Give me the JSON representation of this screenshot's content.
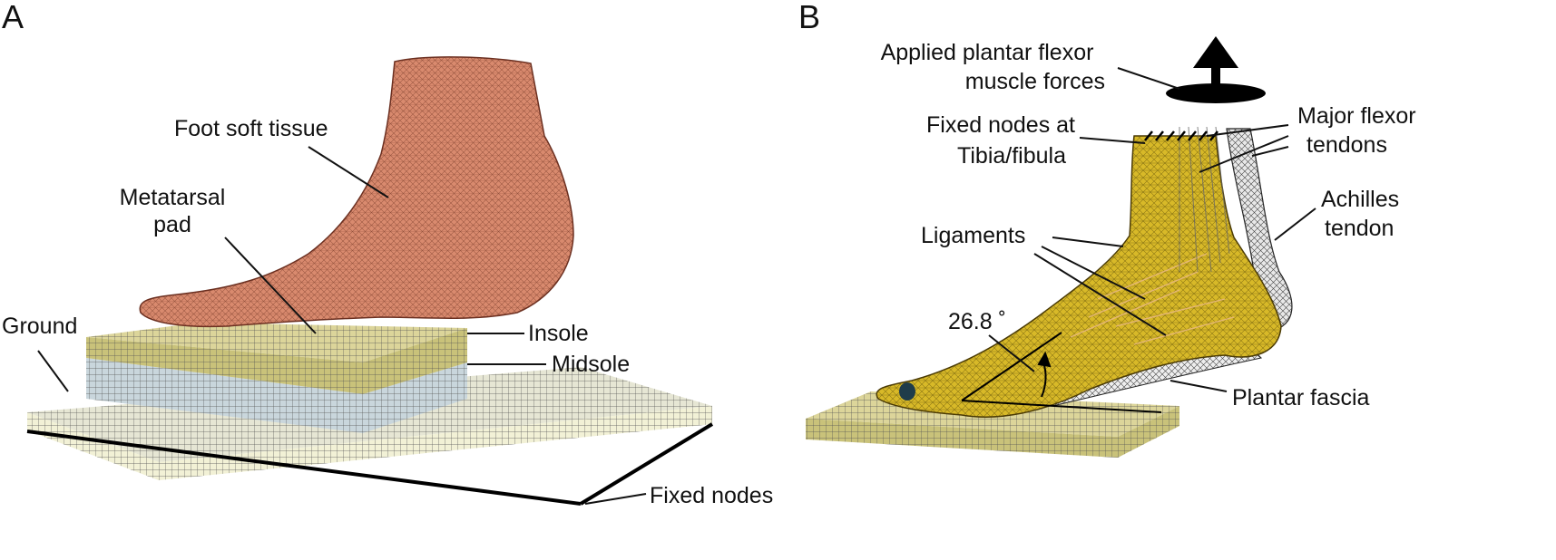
{
  "panels": {
    "a": {
      "letter": "A",
      "labels": {
        "foot_soft_tissue": "Foot soft tissue",
        "metatarsal_pad_1": "Metatarsal",
        "metatarsal_pad_2": "pad",
        "ground": "Ground",
        "insole": "Insole",
        "midsole": "Midsole",
        "fixed_nodes": "Fixed nodes"
      }
    },
    "b": {
      "letter": "B",
      "labels": {
        "applied_forces_1": "Applied plantar flexor",
        "applied_forces_2": "muscle forces",
        "fixed_tibia_1": "Fixed nodes at",
        "fixed_tibia_2": "Tibia/fibula",
        "major_flexor_1": "Major flexor",
        "major_flexor_2": "tendons",
        "achilles_1": "Achilles",
        "achilles_2": "tendon",
        "ligaments": "Ligaments",
        "angle": "26.8 ˚",
        "plantar_fascia": "Plantar fascia"
      }
    }
  },
  "colors": {
    "soft_tissue": "#d98a6e",
    "bone": "#d8b928",
    "insole": "#c9c27a",
    "midsole": "#c9d6dc",
    "ground": "#f2f1d6",
    "achilles": "#e8e8e8"
  }
}
